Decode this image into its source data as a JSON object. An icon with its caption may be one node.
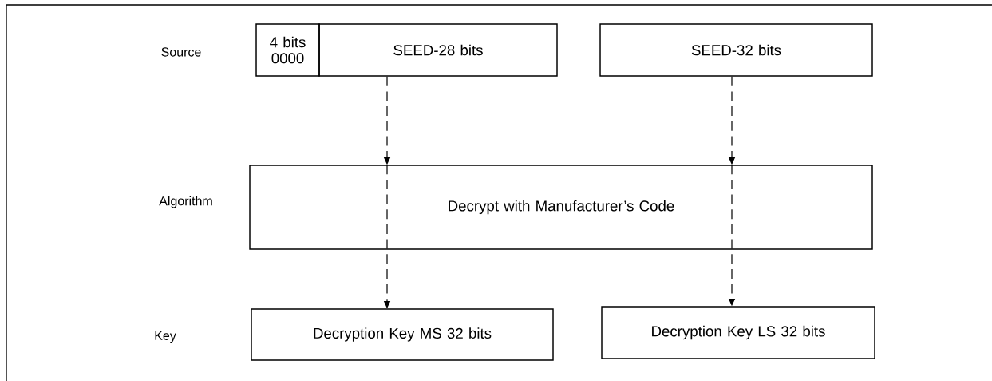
{
  "diagram": {
    "nodes": [
      {
        "text": [
          "4 bits 0000"
        ]
      },
      {
        "text": [
          "SEED-28 bits"
        ]
      },
      {
        "text": [
          "SEED-32 bits"
        ]
      },
      {
        "text": [
          "Decrypt with Manufacturer’s Code"
        ]
      },
      {
        "text": [
          "Decryption Key MS 32 bits"
        ]
      },
      {
        "text": [
          "Decryption Key LS 32 bits"
        ]
      }
    ],
    "edges": [
      {
        "from": 1,
        "to": 3,
        "arrow": "to",
        "style": "dashed"
      },
      {
        "from": 2,
        "to": 3,
        "arrow": "to",
        "style": "dashed"
      },
      {
        "from": 3,
        "to": 4,
        "arrow": "to",
        "style": "dashed"
      },
      {
        "from": 3,
        "to": 5,
        "arrow": "to",
        "style": "dashed"
      }
    ],
    "labels": [
      "Source",
      "Algorithm",
      "Key"
    ]
  }
}
